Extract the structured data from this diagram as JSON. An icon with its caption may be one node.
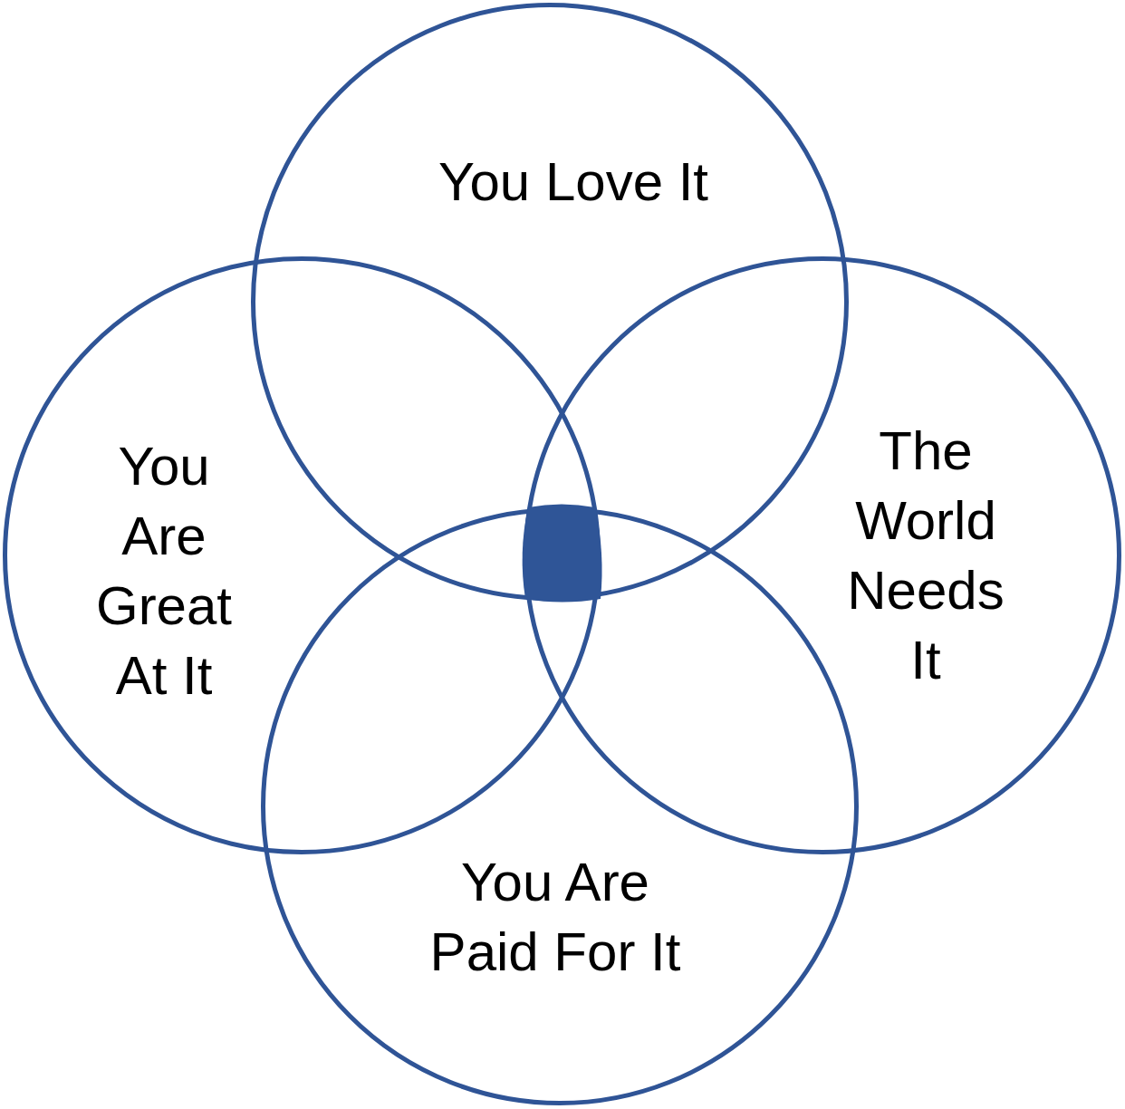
{
  "diagram": {
    "nodes": [
      {
        "text": [
          "You Love It"
        ]
      },
      {
        "text": [
          "You Are Great At It"
        ]
      },
      {
        "text": [
          "The World Needs It"
        ]
      },
      {
        "text": [
          "You Are Paid For It"
        ]
      },
      {
        "text": [],
        "shape": "box"
      }
    ]
  }
}
